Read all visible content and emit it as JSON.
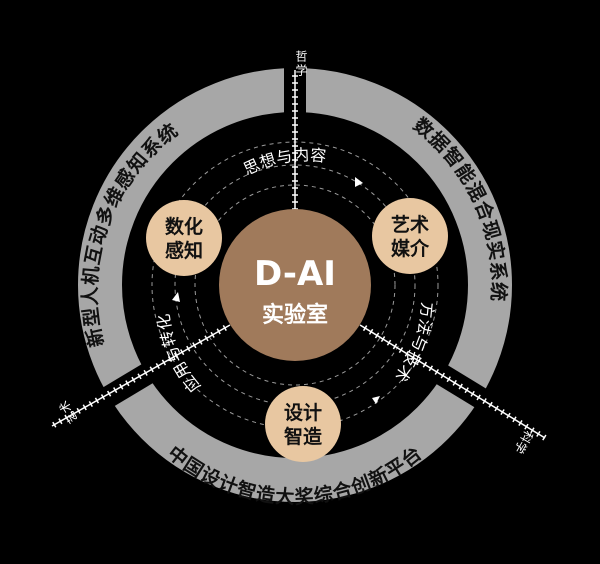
{
  "colors": {
    "background": "#000000",
    "outer_ring": "#a7a7a7",
    "node_fill": "#e8c7a1",
    "center_fill": "#a07a5b"
  },
  "center": {
    "title": "D-AI",
    "subtitle": "实验室"
  },
  "outer_segments": [
    {
      "label": "数据智能混合现实系统"
    },
    {
      "label": "中国设计智造大奖综合创新平台"
    },
    {
      "label": "新型人机互动多维感知系统"
    }
  ],
  "inner_labels": [
    {
      "label": "思想与内容"
    },
    {
      "label": "方法与技术"
    },
    {
      "label": "应用与转化"
    }
  ],
  "nodes": [
    {
      "line1": "数化",
      "line2": "感知"
    },
    {
      "line1": "艺术",
      "line2": "媒介"
    },
    {
      "line1": "设计",
      "line2": "智造"
    }
  ],
  "axes": [
    {
      "label": "哲学"
    },
    {
      "label": "科学"
    },
    {
      "label": "艺术"
    }
  ]
}
